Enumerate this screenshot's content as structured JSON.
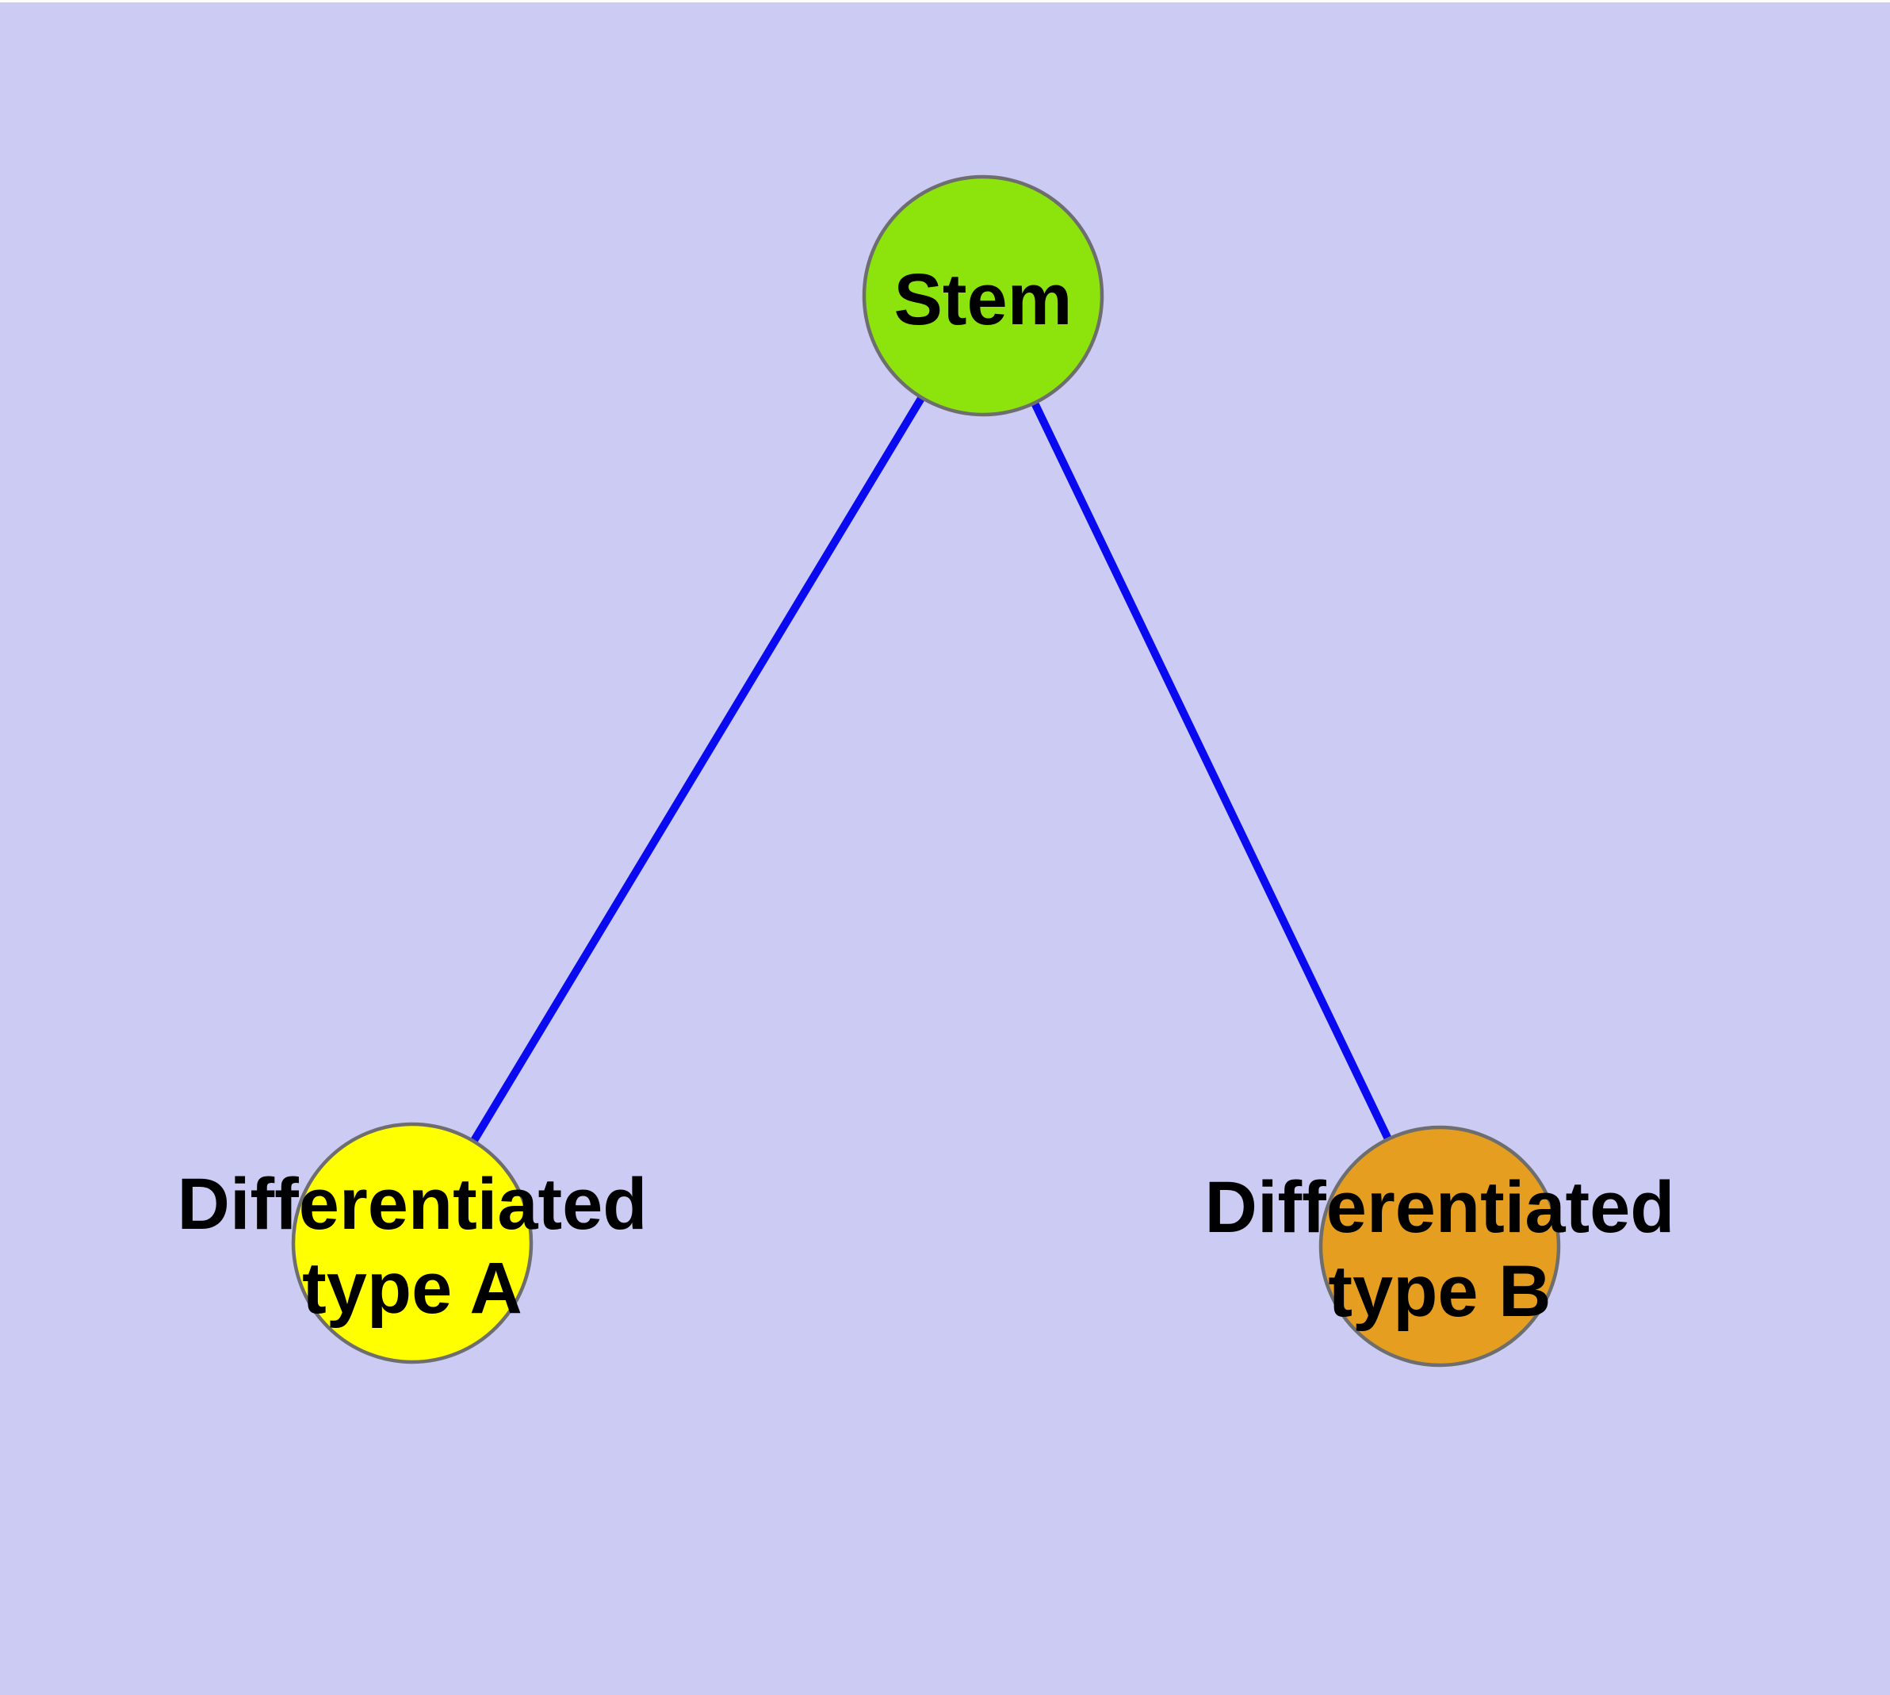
{
  "diagram": {
    "background_color": "#CBCBF4",
    "frame_color": "#FFFFFF",
    "edge_color": "#0A0AF0",
    "node_border_color": "#6E6E6E",
    "label_color": "#000000",
    "nodes": {
      "stem": {
        "label": "Stem",
        "fill": "#8DE40C"
      },
      "type_a": {
        "label": "Differentiated type A",
        "line1": "Differentiated",
        "line2": "type A",
        "fill": "#FFFF00"
      },
      "type_b": {
        "label": "Differentiated type B",
        "line1": "Differentiated",
        "line2": "type B",
        "fill": "#E59E20"
      }
    },
    "edges": [
      {
        "from": "Stem",
        "to": "Differentiated type A"
      },
      {
        "from": "Stem",
        "to": "Differentiated type B"
      }
    ]
  }
}
